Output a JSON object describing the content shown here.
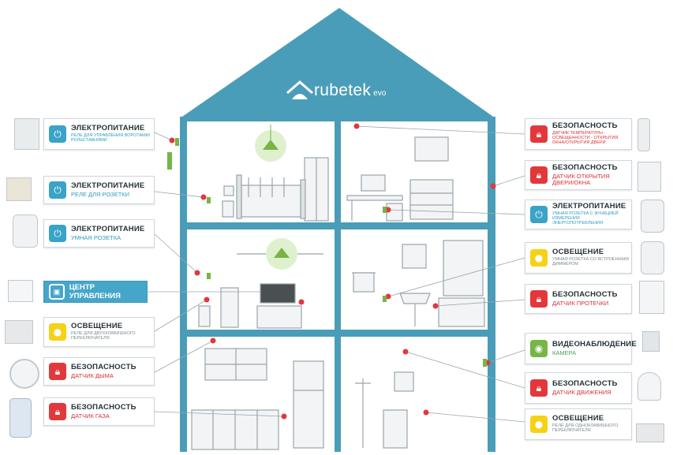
{
  "brand": {
    "logo_word": "rubetek",
    "logo_suffix": "evo"
  },
  "left_callouts": [
    {
      "color": "blue",
      "icon": "plug-icon",
      "title": "ЭЛЕКТРОПИТАНИЕ",
      "subtitle": "РЕЛЕ ДЛЯ УПРАВЛЕНИЯ ВОРОТАМИ/РОЛЬСТАВНЯМИ"
    },
    {
      "color": "blue",
      "icon": "plug-icon",
      "title": "ЭЛЕКТРОПИТАНИЕ",
      "subtitle": "РЕЛЕ ДЛЯ РОЗЕТКИ"
    },
    {
      "color": "blue",
      "icon": "plug-icon",
      "title": "ЭЛЕКТРОПИТАНИЕ",
      "subtitle": "УМНАЯ РОЗЕТКА"
    },
    {
      "color": "yellow",
      "icon": "bulb-icon",
      "title": "ОСВЕЩЕНИЕ",
      "subtitle": "РЕЛЕ ДЛЯ ДВУХКЛАВИШНОГО ПЕРЕКЛЮЧАТЕЛЯ"
    },
    {
      "color": "red",
      "icon": "lock-icon",
      "title": "БЕЗОПАСНОСТЬ",
      "subtitle": "ДАТЧИК ДЫМА"
    },
    {
      "color": "red",
      "icon": "lock-icon",
      "title": "БЕЗОПАСНОСТЬ",
      "subtitle": "ДАТЧИК ГАЗА"
    }
  ],
  "hub": {
    "icon": "hub-icon",
    "title": "ЦЕНТР УПРАВЛЕНИЯ"
  },
  "right_callouts": [
    {
      "color": "red",
      "icon": "lock-icon",
      "title": "БЕЗОПАСНОСТЬ",
      "subtitle": "ДАТЧИК ТЕМПЕРАТУРЫ - ОСВЕЩЕННОСТИ - ОТКРЫТИЯ ОКНА/ОТКРЫТИЯ ДВЕРИ"
    },
    {
      "color": "red",
      "icon": "lock-icon",
      "title": "БЕЗОПАСНОСТЬ",
      "subtitle": "ДАТЧИК ОТКРЫТИЯ ДВЕРИ/ОКНА"
    },
    {
      "color": "blue",
      "icon": "plug-icon",
      "title": "ЭЛЕКТРОПИТАНИЕ",
      "subtitle": "УМНАЯ РОЗЕТКА С ФУНКЦИЕЙ ИЗМЕРЕНИЯ ЭНЕРГОПОТРЕБЛЕНИЯ"
    },
    {
      "color": "yellow",
      "icon": "bulb-icon",
      "title": "ОСВЕЩЕНИЕ",
      "subtitle": "УМНАЯ РОЗЕТКА СО ВСТРОЕННЫМ ДИММЕРОМ"
    },
    {
      "color": "red",
      "icon": "lock-icon",
      "title": "БЕЗОПАСНОСТЬ",
      "subtitle": "ДАТЧИК ПРОТЕЧКИ"
    },
    {
      "color": "green",
      "icon": "camera-icon",
      "title": "ВИДЕОНАБЛЮДЕНИЕ",
      "subtitle": "КАМЕРА"
    },
    {
      "color": "red",
      "icon": "lock-icon",
      "title": "БЕЗОПАСНОСТЬ",
      "subtitle": "ДАТЧИК ДВИЖЕНИЯ"
    },
    {
      "color": "yellow",
      "icon": "bulb-icon",
      "title": "ОСВЕЩЕНИЕ",
      "subtitle": "РЕЛЕ ДЛЯ ОДНОКЛАВИШНОГО ПЕРЕКЛЮЧАТЕЛЯ"
    }
  ],
  "colors": {
    "house": "#4a9db8",
    "roof": "#4a9db8",
    "red": "#e3383b",
    "blue": "#3aa3c8",
    "yellow": "#f5d216",
    "green": "#76b546"
  }
}
